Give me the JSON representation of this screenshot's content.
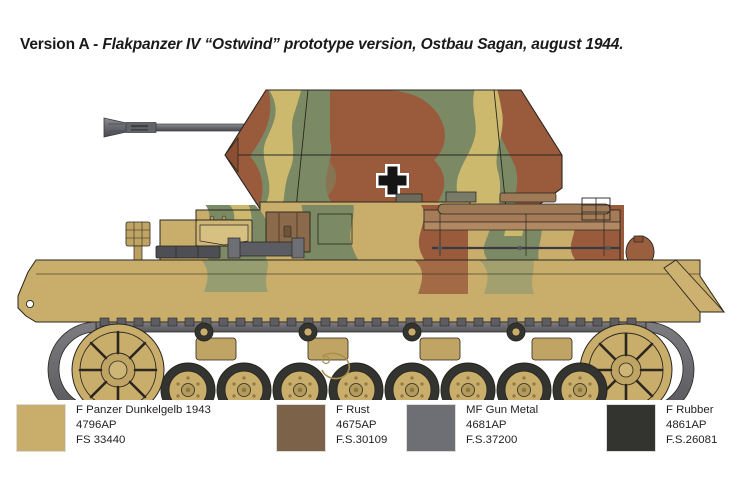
{
  "caption": {
    "version_label": "Version A",
    "separator": " - ",
    "description": "Flakpanzer IV “Ostwind” prototype version, Ostbau Sagan, august 1944."
  },
  "artwork": {
    "subject": "Flakpanzer IV Ostwind side profile",
    "marking": "balkenkreuz",
    "colors": {
      "dunkelgelb": "#c9ad6a",
      "dunkelgelb_shadow": "#b99e5c",
      "camo_green": "#7b8a64",
      "camo_green_dark": "#6b7a56",
      "camo_rust": "#9a5a3c",
      "camo_rust_dark": "#8a4e33",
      "camo_tan": "#ccb96e",
      "gun_metal": "#6e6f75",
      "gun_metal_dark": "#55565c",
      "rubber": "#333330",
      "track": "#6b6b6e",
      "outline": "#2a2620",
      "cross_black": "#151515",
      "cross_white": "#ffffff"
    }
  },
  "legend": {
    "items": [
      {
        "swatch": "#c9ad6a",
        "name": "F Panzer Dunkelgelb 1943",
        "code": "4796AP",
        "fs": "FS 33440"
      },
      {
        "swatch": "#7b6249",
        "name": "F Rust",
        "code": "4675AP",
        "fs": "F.S.30109"
      },
      {
        "swatch": "#6e6f75",
        "name": "MF Gun Metal",
        "code": "4681AP",
        "fs": "F.S.37200"
      },
      {
        "swatch": "#333330",
        "name": "F Rubber",
        "code": "4861AP",
        "fs": "F.S.26081"
      }
    ]
  }
}
